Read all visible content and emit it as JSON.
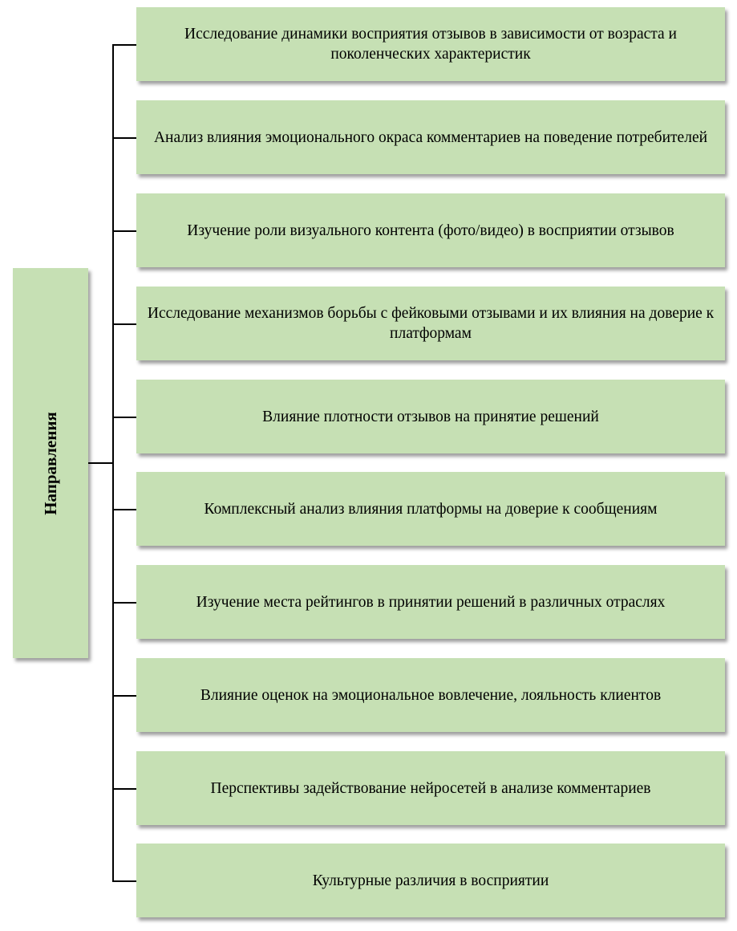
{
  "diagram": {
    "root": {
      "label": "Направления"
    },
    "branches": [
      {
        "label": "Исследование динамики восприятия отзывов в зависимости от возраста и поколенческих характеристик"
      },
      {
        "label": "Анализ влияния эмоционального окраса комментариев на поведение потребителей"
      },
      {
        "label": "Изучение роли визуального контента (фото/видео) в восприятии отзывов"
      },
      {
        "label": "Исследование механизмов борьбы с фейковыми отзывами и их влияния на доверие к платформам"
      },
      {
        "label": "Влияние плотности отзывов на принятие решений"
      },
      {
        "label": "Комплексный анализ влияния платформы на доверие к сообщениям"
      },
      {
        "label": "Изучение места рейтингов в принятии решений в различных отраслях"
      },
      {
        "label": "Влияние оценок на эмоциональное вовлечение, лояльность клиентов"
      },
      {
        "label": "Перспективы задействование нейросетей в анализе комментариев"
      },
      {
        "label": "Культурные различия в восприятии"
      }
    ],
    "colors": {
      "box_fill": "#c6e0b4",
      "connector": "#000000",
      "text": "#000000"
    }
  }
}
